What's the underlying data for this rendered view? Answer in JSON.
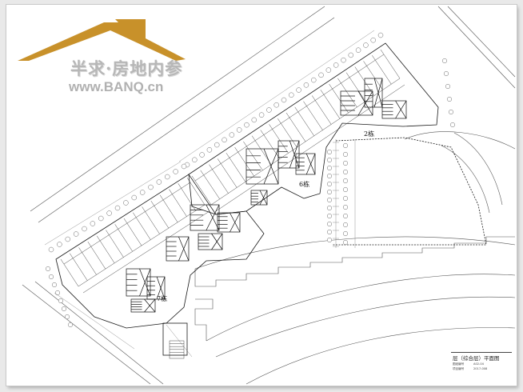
{
  "watermark": {
    "name": "半求·房地内参",
    "url": "www.BANQ.cn"
  },
  "building_labels": [
    {
      "id": "bldg-2",
      "text": "2栋"
    },
    {
      "id": "bldg-6",
      "text": "6栋"
    },
    {
      "id": "bldg-7",
      "text": "7栋"
    }
  ],
  "title_block": {
    "title": "层（综合层）平面图",
    "rows": [
      {
        "label": "图纸编号",
        "value": "A02-04"
      },
      {
        "label": "项目编号",
        "value": "2017-008"
      }
    ]
  },
  "colors": {
    "page_background": "#e9e9e9",
    "sheet": "#ffffff",
    "line": "#1a1a1a",
    "watermark_gold": "#c8912a",
    "watermark_gray": "#b5b5b5"
  }
}
